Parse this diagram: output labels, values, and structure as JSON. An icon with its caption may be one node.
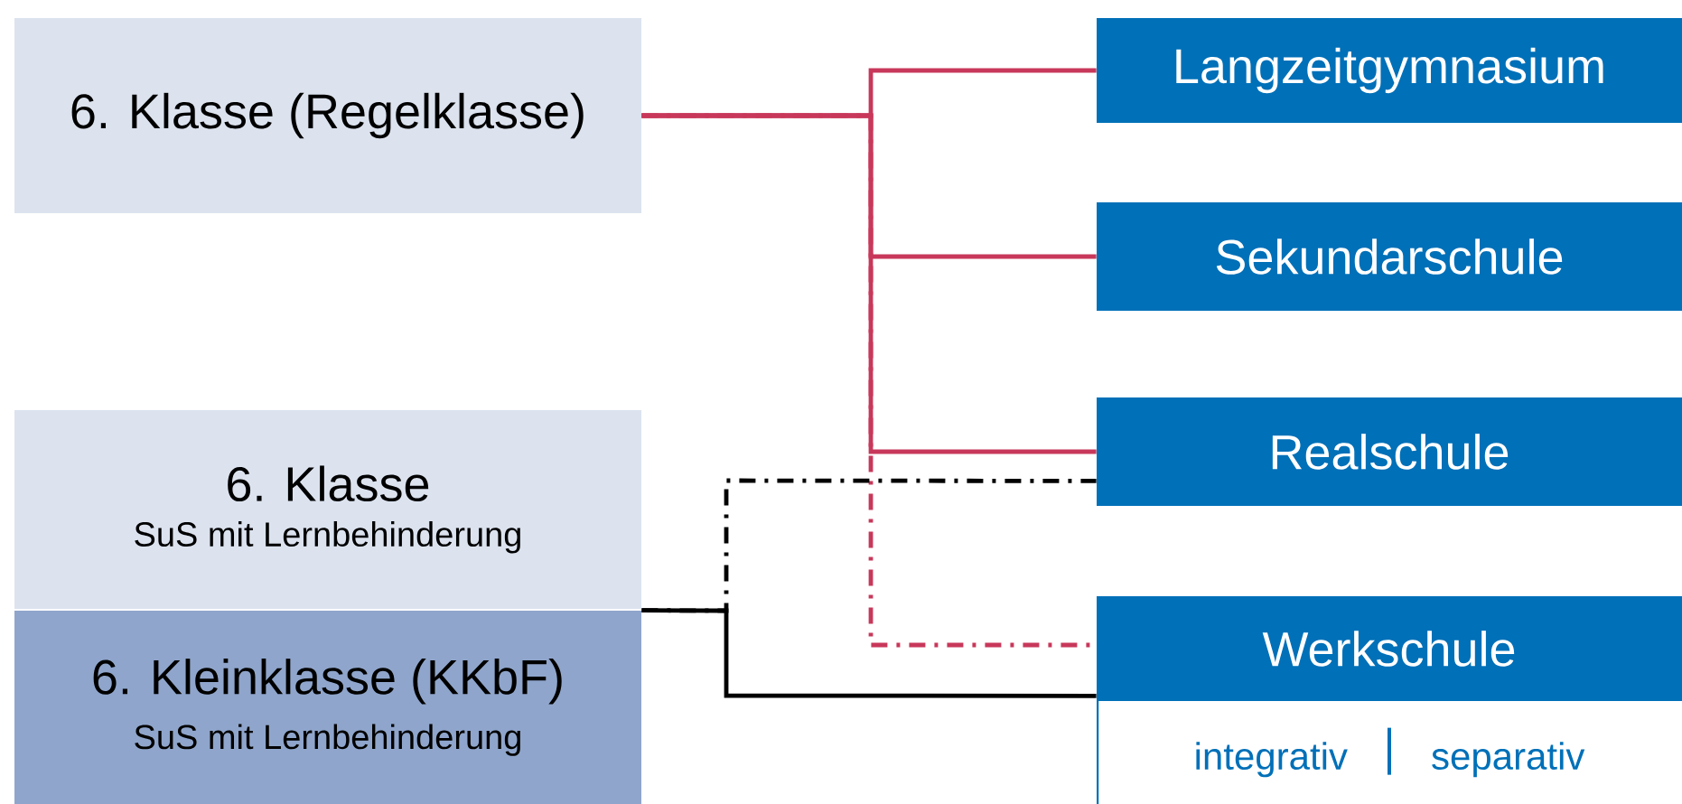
{
  "diagram": {
    "nodes": [
      {
        "text": [
          "6. Klasse (Regelklasse)"
        ]
      },
      {
        "text": [
          "6. Klasse",
          "SuS mit Lernbehinderung"
        ]
      },
      {
        "text": [
          "6. Kleinklasse (KKbF)",
          "SuS mit Lernbehinderung"
        ]
      },
      {
        "text": [
          "Langzeitgymnasium"
        ]
      },
      {
        "text": [
          "Sekundarschule"
        ]
      },
      {
        "text": [
          "Realschule"
        ]
      },
      {
        "text": [
          "Werkschule"
        ]
      },
      {
        "text": [
          "integrativ",
          "separativ"
        ]
      }
    ],
    "edges": [
      {
        "from": 0,
        "to": 3,
        "arrow": "none"
      },
      {
        "from": 0,
        "to": 4,
        "arrow": "none"
      },
      {
        "from": 0,
        "to": 5,
        "arrow": "none"
      },
      {
        "from": 0,
        "to": 6,
        "arrow": "none",
        "style": "dashed"
      },
      {
        "from": 2,
        "to": 5,
        "arrow": "none",
        "style": "dashed",
        "color": "#000000"
      },
      {
        "from": 2,
        "to": 6,
        "arrow": "none",
        "color": "#000000"
      }
    ]
  }
}
